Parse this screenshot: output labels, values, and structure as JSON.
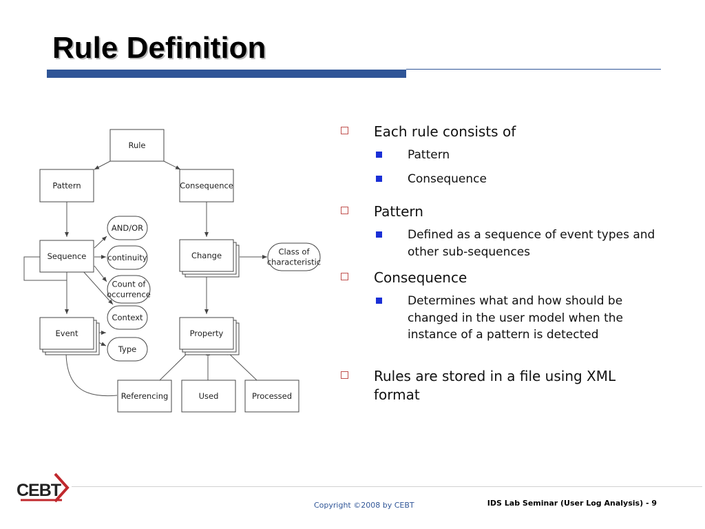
{
  "slide": {
    "title": "Rule Definition"
  },
  "diagram": {
    "nodes": [
      {
        "id": "rule",
        "label": "Rule",
        "stacked": false
      },
      {
        "id": "pattern",
        "label": "Pattern",
        "stacked": false
      },
      {
        "id": "consequence",
        "label": "Consequence",
        "stacked": false
      },
      {
        "id": "sequence",
        "label": "Sequence",
        "stacked": false
      },
      {
        "id": "change",
        "label": "Change",
        "stacked": true
      },
      {
        "id": "event",
        "label": "Event",
        "stacked": true
      },
      {
        "id": "property",
        "label": "Property",
        "stacked": true
      },
      {
        "id": "referencing",
        "label": "Referencing",
        "stacked": false
      },
      {
        "id": "used",
        "label": "Used",
        "stacked": false
      },
      {
        "id": "processed",
        "label": "Processed",
        "stacked": false
      }
    ],
    "attributes": [
      {
        "id": "andor",
        "lines": [
          "AND/OR"
        ]
      },
      {
        "id": "continuity",
        "lines": [
          "continuity"
        ]
      },
      {
        "id": "count",
        "lines": [
          "Count of",
          "occurrence"
        ]
      },
      {
        "id": "context",
        "lines": [
          "Context"
        ]
      },
      {
        "id": "type",
        "lines": [
          "Type"
        ]
      },
      {
        "id": "class",
        "lines": [
          "Class of",
          "characteristic"
        ]
      }
    ]
  },
  "bullets": [
    {
      "text": "Each rule consists of",
      "subs": [
        "Pattern",
        "Consequence"
      ]
    },
    {
      "text": "Pattern",
      "subs": [
        "Defined as a sequence of event types and other sub-sequences"
      ]
    },
    {
      "text": "Consequence",
      "subs": [
        "Determines what and how should be changed in the user model when the instance of a pattern is detected"
      ]
    },
    {
      "text": "Rules are stored in a file using XML format",
      "subs": []
    }
  ],
  "footer": {
    "logo_text": "CEBT",
    "copyright": "Copyright ©2008 by CEBT",
    "page_info": "IDS Lab Seminar (User Log Analysis) - 9"
  },
  "colors": {
    "title_bar": "#2f5597",
    "level1_bullet": "#c0504d",
    "level2_bullet": "#1a2fd6",
    "logo_red": "#c0282d"
  }
}
